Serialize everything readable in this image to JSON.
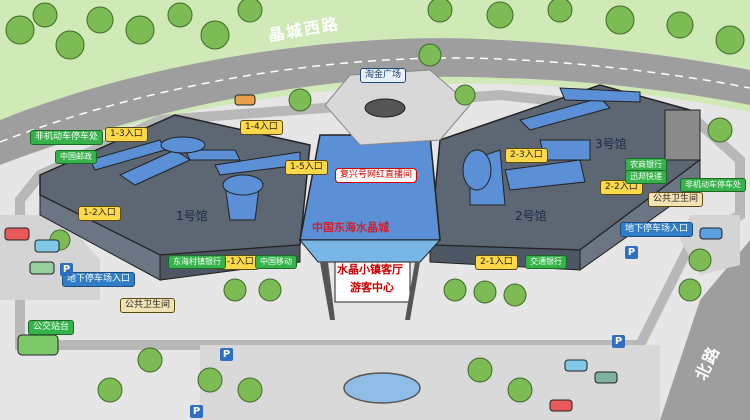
{
  "map": {
    "roads": {
      "north": "晶城西路",
      "east": "北路"
    },
    "plaza": "淘金广场",
    "center": {
      "sign_line1": "水晶小镇客厅",
      "sign_line2": "游客中心",
      "roof_text": "中国东海水晶城"
    },
    "halls": {
      "h1": "1号馆",
      "h2": "2号馆",
      "h3": "3号馆"
    },
    "entrances": {
      "e1_3": "1-3入口",
      "e1_4": "1-4入口",
      "e1_5": "1-5入口",
      "e1_2": "1-2入口",
      "e1_1": "1-1入口",
      "e2_3": "2-3入口",
      "e2_2": "2-2入口",
      "e2_1": "2-1入口"
    },
    "services": {
      "live": "复兴号网红直播间",
      "post": "中国邮政",
      "bank_donghai": "东海村镇银行",
      "cmb": "中国移动",
      "bank_jiaotong": "交通银行",
      "bank_nongshang": "农商银行",
      "express": "迅邦快递"
    },
    "parking_labels": {
      "nonmotor_left": "非机动车停车处",
      "nonmotor_right": "非机动车停车处",
      "underground_left": "地下停车场入口",
      "underground_right": "地下停车场入口",
      "toilet_left": "公共卫生间",
      "toilet_right": "公共卫生间",
      "bus": "公交站台"
    },
    "parking_symbol": "P"
  },
  "colors": {
    "grass": "#cfe9b7",
    "road": "#9b9b9b",
    "roof": "#5d6774",
    "glass": "#5b8fd6",
    "ground": "#e9e9e9",
    "tree": "#7dbb55"
  }
}
